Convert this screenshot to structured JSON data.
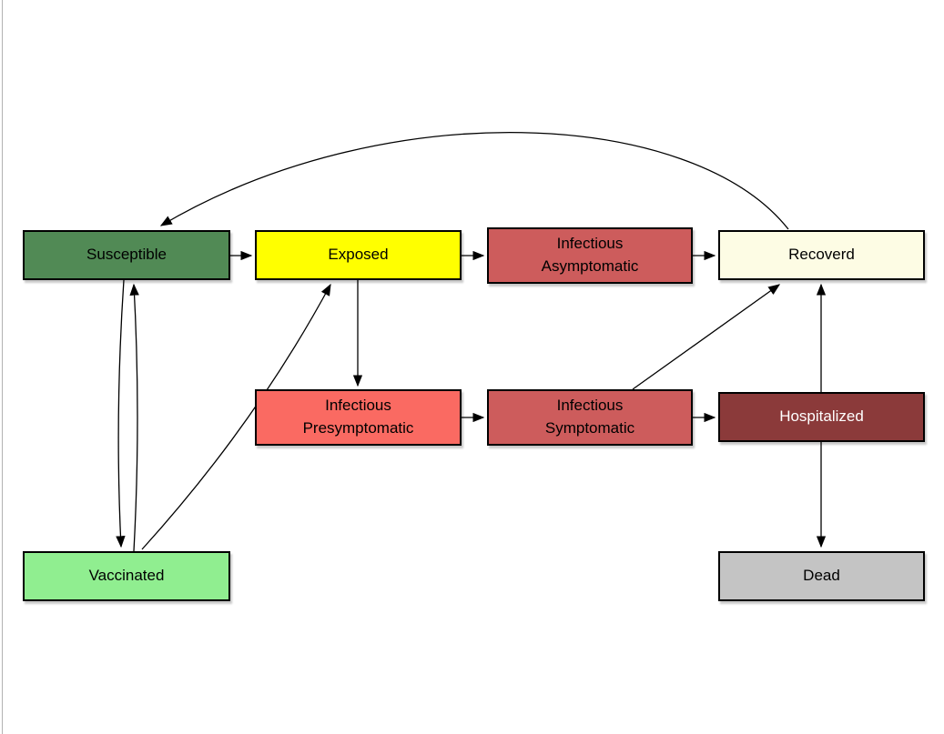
{
  "diagram": {
    "kind": "compartment-flow-diagram",
    "style": {
      "canvas_background": "#FFFFFF",
      "node_border_color": "#000000",
      "edge_color": "#000000",
      "window_edge_color": "#B3B3B3"
    },
    "nodes": {
      "susceptible": {
        "label": "Susceptible",
        "fill": "#518A55",
        "text_color": "#000000"
      },
      "exposed": {
        "label": "Exposed",
        "fill": "#FFFF00",
        "text_color": "#000000"
      },
      "infectious_asymptomatic": {
        "label": "Infectious\nAsymptomatic",
        "fill": "#CD5C5C",
        "text_color": "#000000"
      },
      "recovered": {
        "label": "Recoverd",
        "fill": "#FDFCE4",
        "text_color": "#000000"
      },
      "infectious_presymptomatic": {
        "label": "Infectious\nPresymptomatic",
        "fill": "#FA6A62",
        "text_color": "#000000"
      },
      "infectious_symptomatic": {
        "label": "Infectious\nSymptomatic",
        "fill": "#CD5C5C",
        "text_color": "#000000"
      },
      "hospitalized": {
        "label": "Hospitalized",
        "fill": "#8B3A3A",
        "text_color": "#FFFFFF"
      },
      "vaccinated": {
        "label": "Vaccinated",
        "fill": "#90EE90",
        "text_color": "#000000"
      },
      "dead": {
        "label": "Dead",
        "fill": "#C4C4C4",
        "text_color": "#000000"
      }
    },
    "edges": [
      {
        "from": "susceptible",
        "to": "exposed"
      },
      {
        "from": "exposed",
        "to": "infectious_asymptomatic"
      },
      {
        "from": "infectious_asymptomatic",
        "to": "recovered"
      },
      {
        "from": "exposed",
        "to": "infectious_presymptomatic"
      },
      {
        "from": "infectious_presymptomatic",
        "to": "infectious_symptomatic"
      },
      {
        "from": "infectious_symptomatic",
        "to": "hospitalized"
      },
      {
        "from": "infectious_symptomatic",
        "to": "recovered"
      },
      {
        "from": "hospitalized",
        "to": "recovered"
      },
      {
        "from": "hospitalized",
        "to": "dead"
      },
      {
        "from": "susceptible",
        "to": "vaccinated"
      },
      {
        "from": "vaccinated",
        "to": "susceptible"
      },
      {
        "from": "vaccinated",
        "to": "exposed"
      },
      {
        "from": "recovered",
        "to": "susceptible"
      }
    ]
  }
}
